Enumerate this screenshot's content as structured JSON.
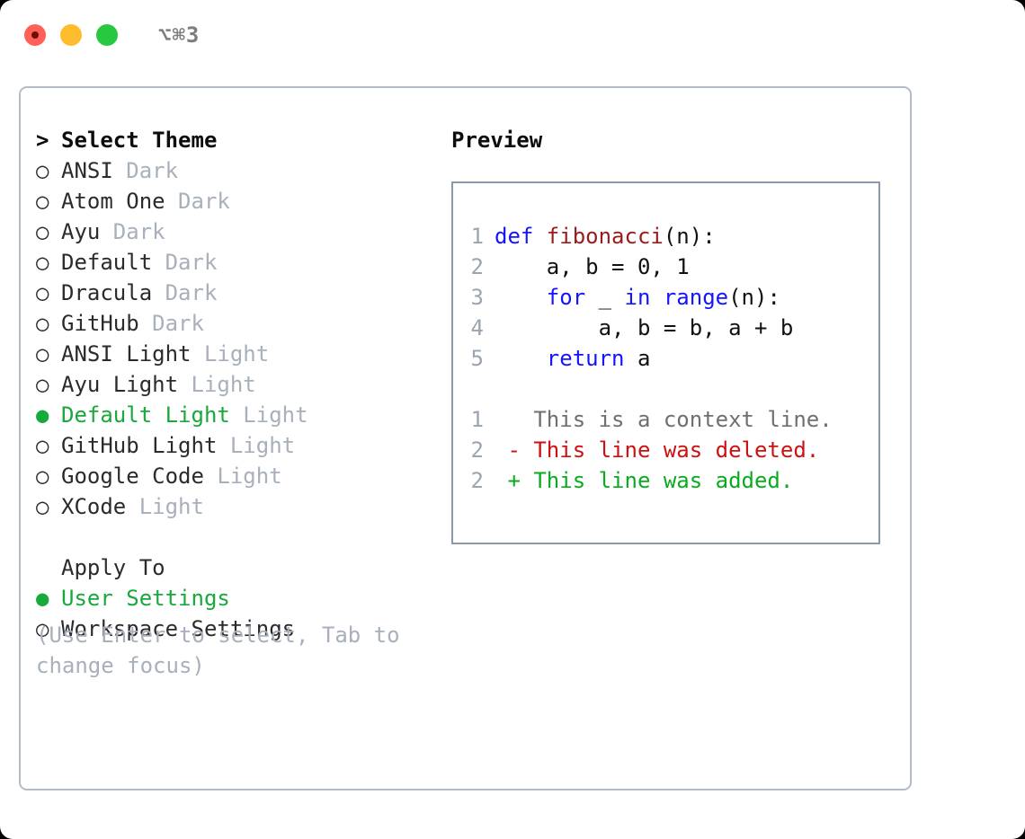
{
  "titlebar": {
    "shortcut": "⌥⌘3",
    "lights": [
      "close-red",
      "minimize-yellow",
      "maximize-green"
    ]
  },
  "theme_picker": {
    "heading_marker": ">",
    "heading": "Select Theme",
    "marker_selected": "●",
    "marker_unselected": "○",
    "items": [
      {
        "name": "ANSI",
        "tag": "Dark",
        "selected": false
      },
      {
        "name": "Atom One",
        "tag": "Dark",
        "selected": false
      },
      {
        "name": "Ayu",
        "tag": "Dark",
        "selected": false
      },
      {
        "name": "Default",
        "tag": "Dark",
        "selected": false
      },
      {
        "name": "Dracula",
        "tag": "Dark",
        "selected": false
      },
      {
        "name": "GitHub",
        "tag": "Dark",
        "selected": false
      },
      {
        "name": "ANSI Light",
        "tag": "Light",
        "selected": false
      },
      {
        "name": "Ayu Light",
        "tag": "Light",
        "selected": false
      },
      {
        "name": "Default Light",
        "tag": "Light",
        "selected": true
      },
      {
        "name": "GitHub Light",
        "tag": "Light",
        "selected": false
      },
      {
        "name": "Google Code",
        "tag": "Light",
        "selected": false
      },
      {
        "name": "XCode",
        "tag": "Light",
        "selected": false
      }
    ]
  },
  "apply_to": {
    "heading": "Apply To",
    "items": [
      {
        "name": "User Settings",
        "selected": true
      },
      {
        "name": "Workspace Settings",
        "selected": false
      }
    ]
  },
  "hint": "(Use Enter to select, Tab to change focus)",
  "preview": {
    "title": "Preview",
    "code_lines": [
      {
        "num": "1",
        "indent": "",
        "segments": [
          {
            "text": "def ",
            "style": "kw"
          },
          {
            "text": "fibonacci",
            "style": "fn"
          },
          {
            "text": "(n):",
            "style": "plain"
          }
        ]
      },
      {
        "num": "2",
        "indent": "    ",
        "segments": [
          {
            "text": "a, b = 0, 1",
            "style": "plain"
          }
        ]
      },
      {
        "num": "3",
        "indent": "    ",
        "segments": [
          {
            "text": "for ",
            "style": "kw"
          },
          {
            "text": "_ ",
            "style": "plain"
          },
          {
            "text": "in ",
            "style": "kw"
          },
          {
            "text": "range",
            "style": "bi"
          },
          {
            "text": "(n):",
            "style": "plain"
          }
        ]
      },
      {
        "num": "4",
        "indent": "        ",
        "segments": [
          {
            "text": "a, b = b, a + b",
            "style": "plain"
          }
        ]
      },
      {
        "num": "5",
        "indent": "    ",
        "segments": [
          {
            "text": "return ",
            "style": "kw"
          },
          {
            "text": "a",
            "style": "plain"
          }
        ]
      }
    ],
    "diff_lines": [
      {
        "num": "1",
        "sign": " ",
        "text": "This is a context line.",
        "kind": "ctx"
      },
      {
        "num": "2",
        "sign": "-",
        "text": "This line was deleted.",
        "kind": "del"
      },
      {
        "num": "2",
        "sign": "+",
        "text": "This line was added.",
        "kind": "add"
      }
    ]
  },
  "colors": {
    "accent_green": "#18a93b",
    "muted": "#a8b0bc",
    "border": "#b4bcc8",
    "preview_border": "#8c99ab",
    "keyword": "#1414ff",
    "function": "#9b1b1b",
    "diff_delete": "#cc1111",
    "diff_add": "#0aab1f"
  }
}
